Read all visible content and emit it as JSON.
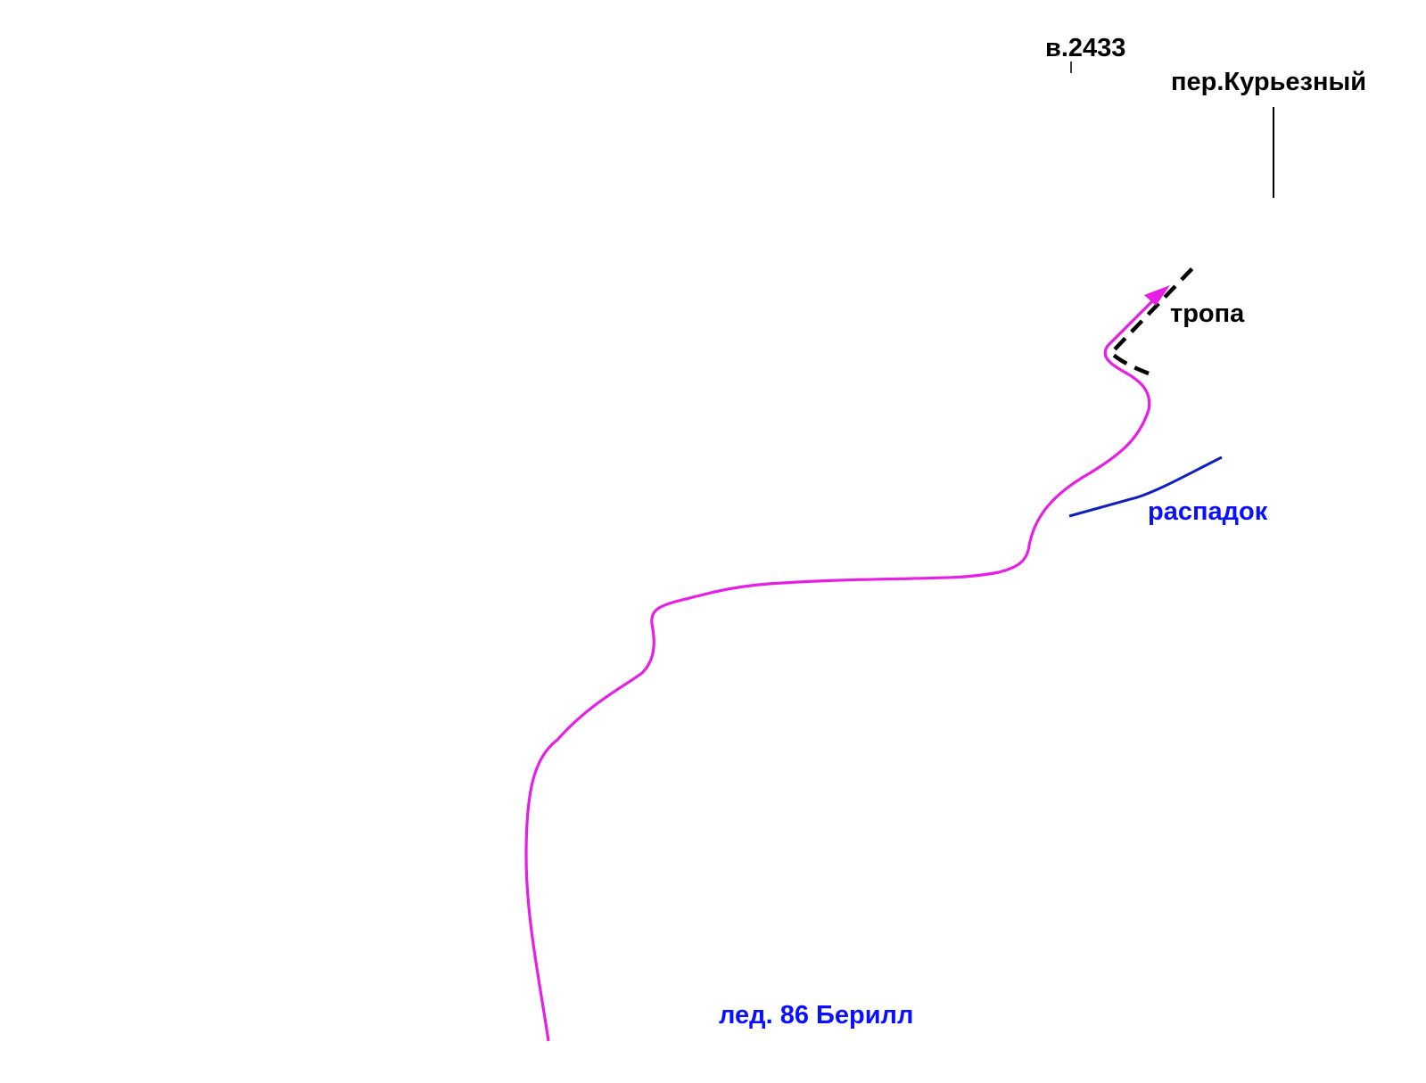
{
  "labels": {
    "peak": "в.2433",
    "pass": "пер.Курьезный",
    "trail": "тропа",
    "ravine": "распадок",
    "glacier": "лед. 86 Берилл"
  },
  "colors": {
    "route": "#e61ee6",
    "trail": "#000000",
    "ravine_line": "#1020c0",
    "text_black": "#000000",
    "text_blue": "#0a10ff"
  },
  "icons": {
    "route_direction": "arrowhead-icon"
  }
}
